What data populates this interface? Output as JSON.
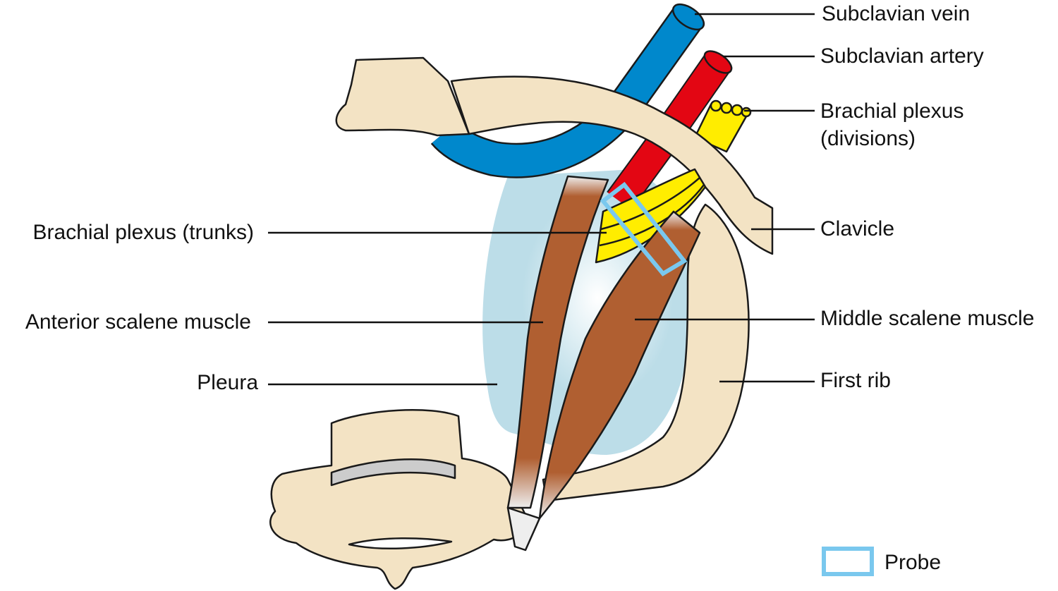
{
  "labels": {
    "subclavian_vein": "Subclavian vein",
    "subclavian_artery": "Subclavian artery",
    "brachial_plexus_divisions_1": "Brachial plexus",
    "brachial_plexus_divisions_2": "(divisions)",
    "clavicle": "Clavicle",
    "middle_scalene": "Middle scalene muscle",
    "first_rib": "First rib",
    "brachial_plexus_trunks": "Brachial plexus (trunks)",
    "anterior_scalene": "Anterior scalene muscle",
    "pleura": "Pleura"
  },
  "legend": {
    "probe": "Probe"
  },
  "colors": {
    "bone": "#f3e3c4",
    "vein": "#0088cc",
    "artery": "#e30613",
    "nerve": "#ffed00",
    "muscle": "#b05f31",
    "pleura": "#bcdde8",
    "probe": "#7ac8ee"
  }
}
